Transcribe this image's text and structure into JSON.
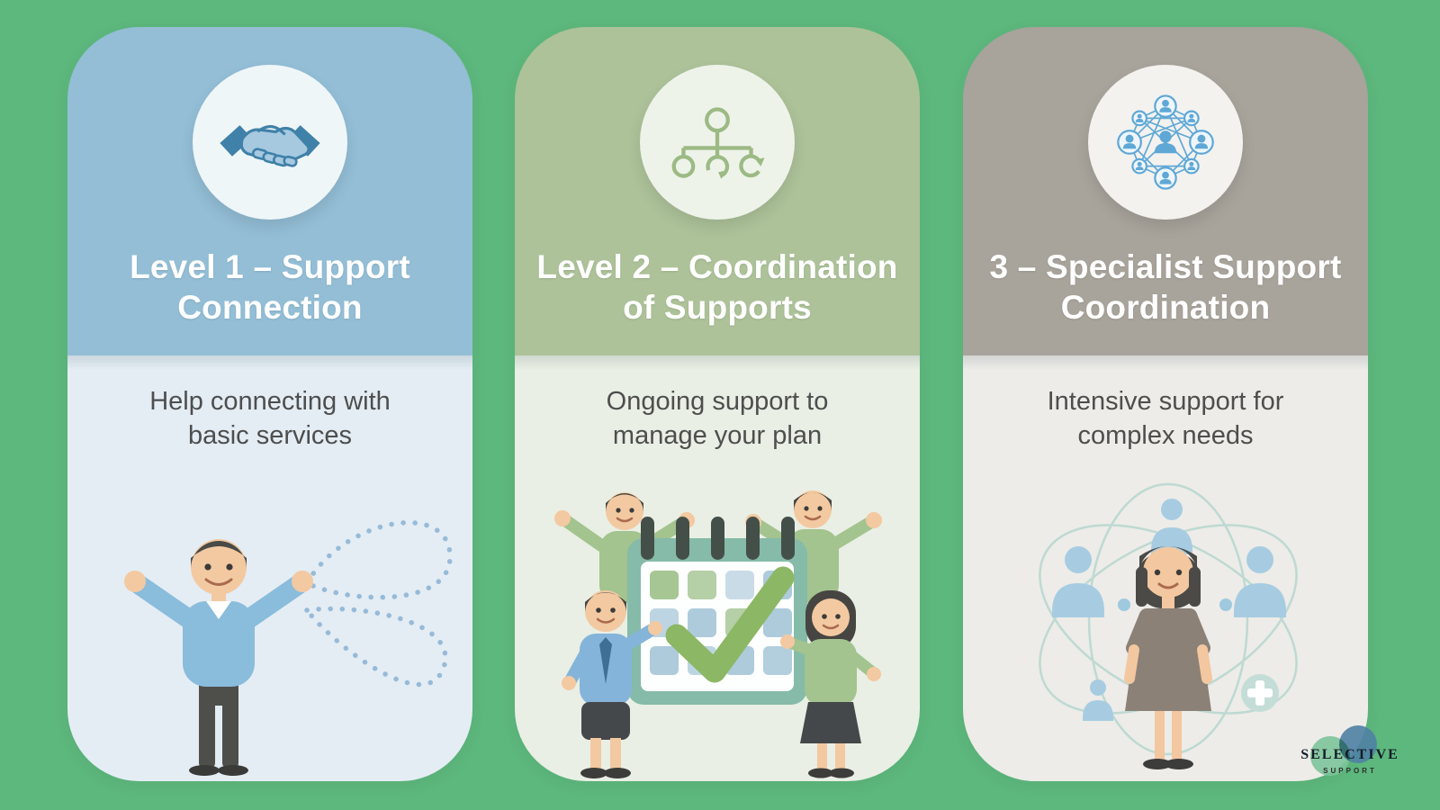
{
  "page": {
    "background_color": "#5db87d"
  },
  "cards": [
    {
      "title_line1": "Level 1 – Support",
      "title_line2": "Connection",
      "subtitle_line1": "Help connecting with",
      "subtitle_line2": "basic services",
      "icon": "handshake-icon",
      "illustration": "man-open-arms-illustration",
      "colors": {
        "header": "#93bed6",
        "body": "#e4edf4",
        "icon_bg": "#eff6f8",
        "icon_accent": "#3f81a8"
      }
    },
    {
      "title_line1": "Level 2 – Coordination",
      "title_line2": "of Supports",
      "subtitle_line1": "Ongoing support to",
      "subtitle_line2": "manage your plan",
      "icon": "org-chart-icon",
      "illustration": "team-calendar-illustration",
      "colors": {
        "header": "#adc299",
        "body": "#e9efe4",
        "icon_bg": "#eef3ea",
        "icon_accent": "#9cba84"
      }
    },
    {
      "title_line1": "3 – Specialist Support",
      "title_line2": "Coordination",
      "subtitle_line1": "Intensive support for",
      "subtitle_line2": "complex needs",
      "icon": "network-people-icon",
      "illustration": "woman-network-illustration",
      "colors": {
        "header": "#a8a39b",
        "body": "#edece8",
        "icon_bg": "#f3f2ef",
        "icon_accent": "#5fa8d6"
      }
    }
  ],
  "logo": {
    "brand": "SELECTIVE",
    "tagline": "SUPPORT",
    "circle_colors": [
      "#7cc49a",
      "#4f81a4"
    ]
  }
}
